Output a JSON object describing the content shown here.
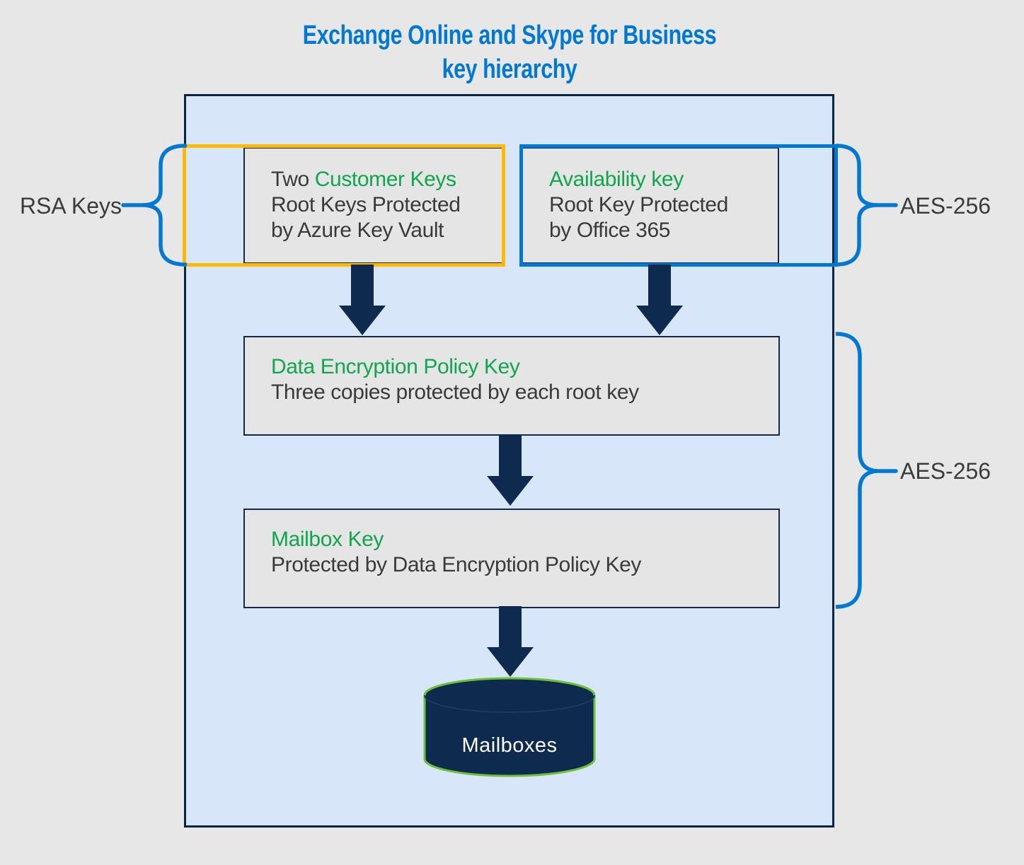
{
  "title": {
    "line1": "Exchange Online and Skype for Business",
    "line2": "key hierarchy"
  },
  "side_labels": {
    "rsa_keys": "RSA Keys",
    "aes_256_top": "AES-256",
    "aes_256_bottom": "AES-256"
  },
  "boxes": {
    "customer_keys": {
      "title_prefix": "Two ",
      "title_highlight": "Customer Keys",
      "line2": "Root Keys Protected",
      "line3": "by Azure Key Vault"
    },
    "availability_key": {
      "title": "Availability key",
      "line2": "Root Key Protected",
      "line3": "by Office 365"
    },
    "data_encryption_policy_key": {
      "title": "Data Encryption Policy Key",
      "line2": "Three copies protected by each root key"
    },
    "mailbox_key": {
      "title": "Mailbox Key",
      "line2": "Protected by Data Encryption Policy Key"
    }
  },
  "cylinder": {
    "label": "Mailboxes"
  },
  "colors": {
    "background": "#E7E7E7",
    "container_fill": "#D8E6FA",
    "container_border_navy": "#0A2444",
    "box_fill_gray": "#E5E5E5",
    "box_border_navy": "#15294E",
    "customer_keys_frame_orange": "#FFB900",
    "availability_key_frame_blue": "#0078D4",
    "brace_blue": "#0078D4",
    "title_blue": "#0078D4",
    "highlight_green": "#0FA64D",
    "arrow_navy": "#0E2A4F",
    "cylinder_fill_navy": "#0E2A4F",
    "cylinder_outline_green": "#6EC038",
    "body_text": "#3A3A3A"
  }
}
